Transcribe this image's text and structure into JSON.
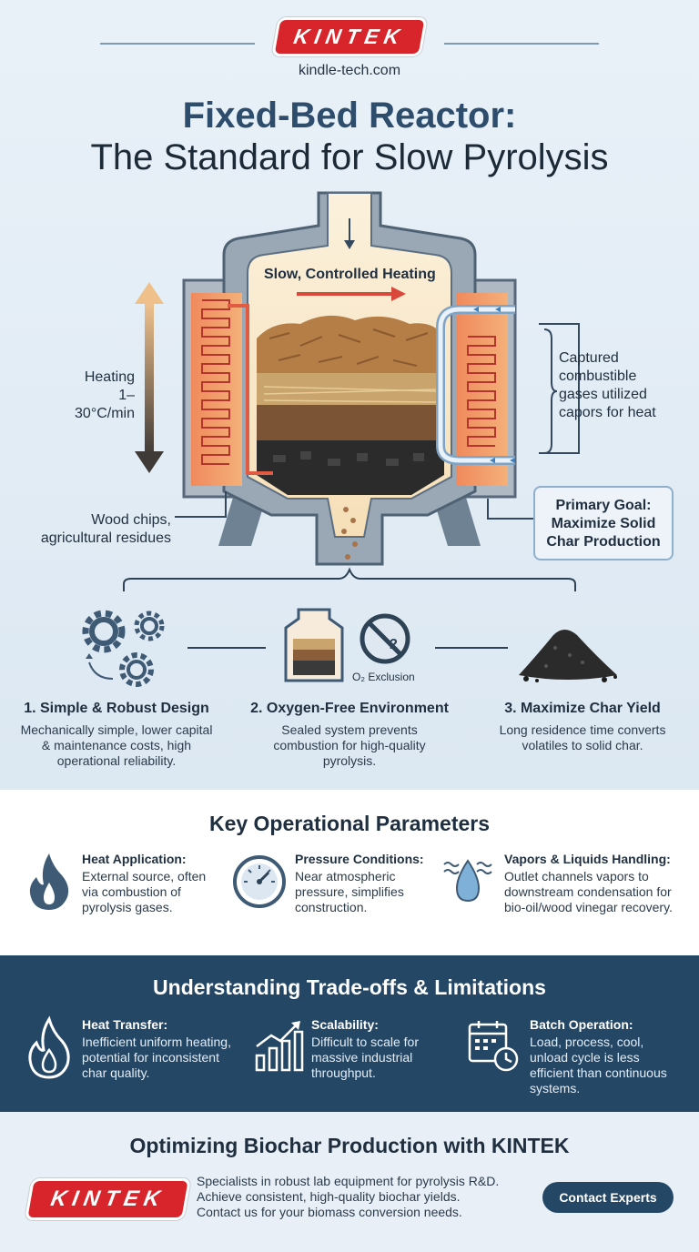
{
  "header": {
    "logo": "KINTEK",
    "site": "kindle-tech.com"
  },
  "title": {
    "line1": "Fixed-Bed Reactor:",
    "line2": "The Standard for Slow Pyrolysis"
  },
  "diagram": {
    "heating_label": "Slow, Controlled Heating",
    "heating_rate_line1": "Heating",
    "heating_rate_line2": "1–30°C/min",
    "feed_line1": "Wood chips,",
    "feed_line2": "agricultural residues",
    "gases_line1": "Captured",
    "gases_line2": "combustible",
    "gases_line3": "gases utilized",
    "gases_line4": "capors for heat",
    "goal_line1": "Primary Goal:",
    "goal_line2": "Maximize Solid",
    "goal_line3": "Char Production",
    "o2_badge": "2",
    "o2_label": "O₂ Exclusion"
  },
  "features": [
    {
      "title": "1. Simple & Robust Design",
      "text": "Mechanically simple, lower capital & maintenance costs, high operational reliability."
    },
    {
      "title": "2. Oxygen-Free Environment",
      "text": "Sealed system prevents combustion for high-quality pyrolysis."
    },
    {
      "title": "3. Maximize Char Yield",
      "text": "Long residence time converts volatiles to solid char."
    }
  ],
  "params": {
    "title": "Key Operational Parameters",
    "items": [
      {
        "title": "Heat Application:",
        "text": "External source, often via combustion of pyrolysis gases.",
        "icon": "flame-icon"
      },
      {
        "title": "Pressure Conditions:",
        "text": "Near atmospheric pressure, simplifies construction.",
        "icon": "gauge-icon"
      },
      {
        "title": "Vapors & Liquids Handling:",
        "text": "Outlet channels vapors to downstream condensation for bio-oil/wood vinegar recovery.",
        "icon": "droplet-icon"
      }
    ]
  },
  "tradeoffs": {
    "title": "Understanding Trade-offs & Limitations",
    "items": [
      {
        "title": "Heat Transfer:",
        "text": "Inefficient uniform heating, potential for inconsistent char quality.",
        "icon": "flame-outline-icon"
      },
      {
        "title": "Scalability:",
        "text": "Difficult to scale for massive industrial throughput.",
        "icon": "growth-chart-icon"
      },
      {
        "title": "Batch Operation:",
        "text": "Load, process, cool, unload cycle is less efficient than continuous systems.",
        "icon": "calendar-clock-icon"
      }
    ]
  },
  "bottom": {
    "title": "Optimizing Biochar Production with KINTEK",
    "desc_line1": "Specialists in robust lab equipment for pyrolysis R&D.",
    "desc_line2": "Achieve consistent, high-quality biochar yields.",
    "desc_line3": "Contact us for your biomass conversion needs.",
    "cta": "Contact Experts",
    "logo": "KINTEK"
  },
  "colors": {
    "navy": "#244766",
    "brand_red": "#d8252b",
    "heater": "#e8734a",
    "char": "#2b2b2b"
  }
}
